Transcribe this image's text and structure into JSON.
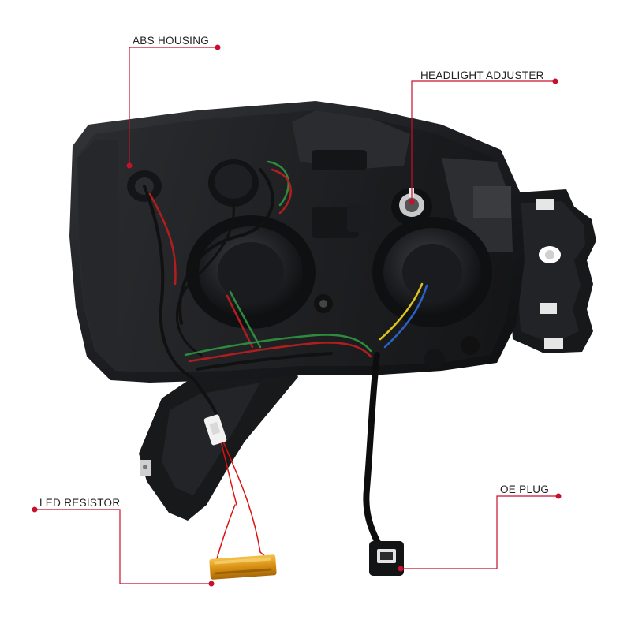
{
  "callouts": {
    "abs_housing": "ABS HOUSING",
    "headlight_adjuster": "HEADLIGHT ADJUSTER",
    "led_resistor": "LED RESISTOR",
    "oe_plug": "OE PLUG"
  },
  "colors": {
    "background": "#ffffff",
    "leader_line": "#c8102e",
    "label_text": "#222222",
    "housing": "#1b1c1e",
    "resistor": "#e0a21a"
  }
}
